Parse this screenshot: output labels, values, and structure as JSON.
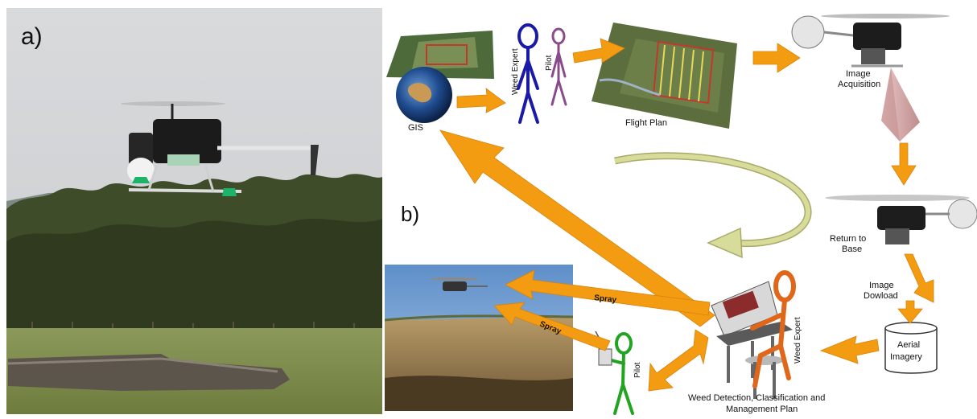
{
  "panel_a": {
    "label": "a)"
  },
  "panel_b": {
    "label": "b)"
  },
  "nodes": {
    "gis": "GIS",
    "weed_expert_top": "Weed Expert",
    "pilot_top": "Pilot",
    "flight_plan": "Flight Plan",
    "image_acquisition_1": "Image",
    "image_acquisition_2": "Acquisition",
    "return_to_base_1": "Return to",
    "return_to_base_2": "Base",
    "image_download_1": "Image",
    "image_download_2": "Dowload",
    "aerial_imagery_1": "Aerial",
    "aerial_imagery_2": "Imagery",
    "weed_expert_bottom": "Weed Expert",
    "pilot_bottom": "Pilot",
    "detection_1": "Weed Detection, Classification and",
    "detection_2": "Management Plan",
    "spray_1": "Spray",
    "spray_2": "Spray"
  },
  "colors": {
    "arrow": "#f39c12",
    "arrow_dark": "#d9820a",
    "weed_expert_top": "#1a1aa8",
    "pilot_top": "#8a4b8a",
    "pilot_bottom": "#22a322",
    "weed_expert_bottom": "#e0661a",
    "curve_arrow": "#c8cc86",
    "cone": "#d8a8a8"
  }
}
